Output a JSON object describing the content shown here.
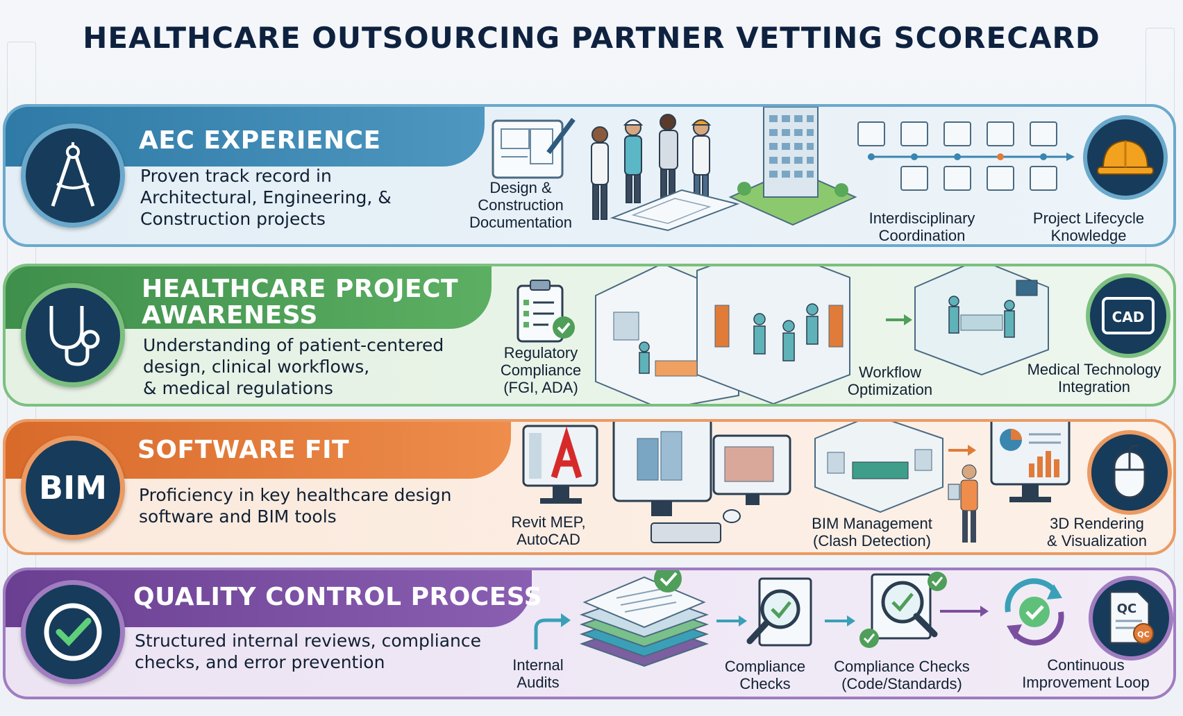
{
  "title": "HEALTHCARE OUTSOURCING PARTNER VETTING SCORECARD",
  "colors": {
    "navy": "#173b5a",
    "aec": "#3a86b0",
    "healthcare": "#4f9e5a",
    "software": "#e07b3a",
    "quality": "#7b4fa0"
  },
  "sections": [
    {
      "title": "AEC EXPERIENCE",
      "description": [
        "Proven track record in",
        "Architectural, Engineering, &",
        "Construction projects"
      ],
      "badge_icon": "compass-icon",
      "labels": {
        "design": [
          "Design &",
          "Construction",
          "Documentation"
        ],
        "coord": [
          "Interdisciplinary",
          "Coordination"
        ],
        "lifecycle": [
          "Project Lifecycle",
          "Knowledge"
        ]
      },
      "right_icon": "hard-hat-icon"
    },
    {
      "title": [
        "HEALTHCARE PROJECT",
        "AWARENESS"
      ],
      "description": [
        "Understanding of patient-centered",
        "design, clinical workflows,",
        "& medical regulations"
      ],
      "badge_icon": "stethoscope-icon",
      "labels": {
        "regulatory": [
          "Regulatory",
          "Compliance",
          "(FGI, ADA)"
        ],
        "workflow": [
          "Workflow",
          "Optimization"
        ],
        "medtech": [
          "Medical Technology",
          "Integration"
        ]
      },
      "right_icon_text": "CAD"
    },
    {
      "title": "SOFTWARE FIT",
      "description": [
        "Proficiency in key healthcare design",
        "software and BIM tools"
      ],
      "badge_text": "BIM",
      "labels": {
        "revit": [
          "Revit MEP,",
          "AutoCAD"
        ],
        "bim": [
          "BIM Management",
          "(Clash Detection)"
        ],
        "render": [
          "3D Rendering",
          "& Visualization"
        ]
      },
      "right_icon": "mouse-icon"
    },
    {
      "title": "QUALITY CONTROL PROCESS",
      "description": [
        "Structured internal reviews, compliance",
        "checks, and error prevention"
      ],
      "badge_icon": "check-circle-icon",
      "labels": {
        "audits": [
          "Internal",
          "Audits"
        ],
        "compliance": [
          "Compliance",
          "Checks"
        ],
        "code": [
          "Compliance Checks",
          "(Code/Standards)"
        ],
        "loop": [
          "Continuous",
          "Improvement Loop"
        ]
      },
      "right_icon_text": "QC"
    }
  ]
}
